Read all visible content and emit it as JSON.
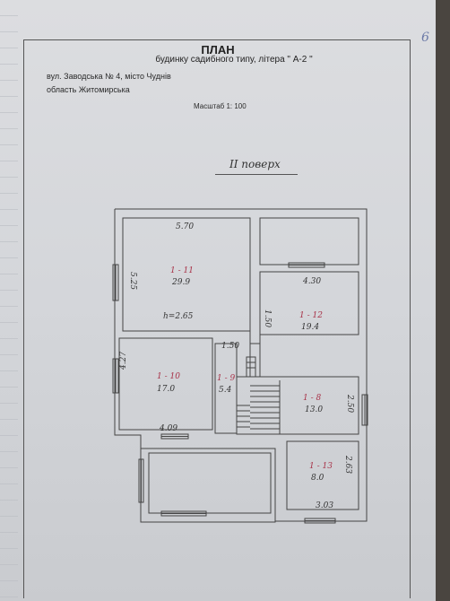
{
  "page": {
    "number": "6",
    "title": "ПЛАН",
    "subtitle": "будинку садибного типу, літера \" А-2 \"",
    "address_line": "вул. Заводська № 4,  місто Чуднів",
    "region_line": "область  Житомирська",
    "scale": "Масштаб 1: 100",
    "floor_label": "II поверх"
  },
  "rooms": [
    {
      "id": "1 - 11",
      "area": "29.9"
    },
    {
      "id": "1 - 12",
      "area": "19.4"
    },
    {
      "id": "1 - 10",
      "area": "17.0"
    },
    {
      "id": "1 - 9",
      "area": "5.4"
    },
    {
      "id": "1 - 8",
      "area": "13.0"
    },
    {
      "id": "1 - 13",
      "area": "8.0"
    }
  ],
  "dimensions": {
    "d1": "5.70",
    "d2": "5.25",
    "d3": "4.30",
    "d4": "1.50",
    "d5": "1.50",
    "d6": "4.27",
    "d7": "4.09",
    "d8": "2.50",
    "d9": "2.63",
    "d10": "3.03",
    "height": "h=2.65"
  },
  "colors": {
    "paper": "#d6d8dc",
    "line": "#444444",
    "room_id_ink": "#a83248"
  }
}
